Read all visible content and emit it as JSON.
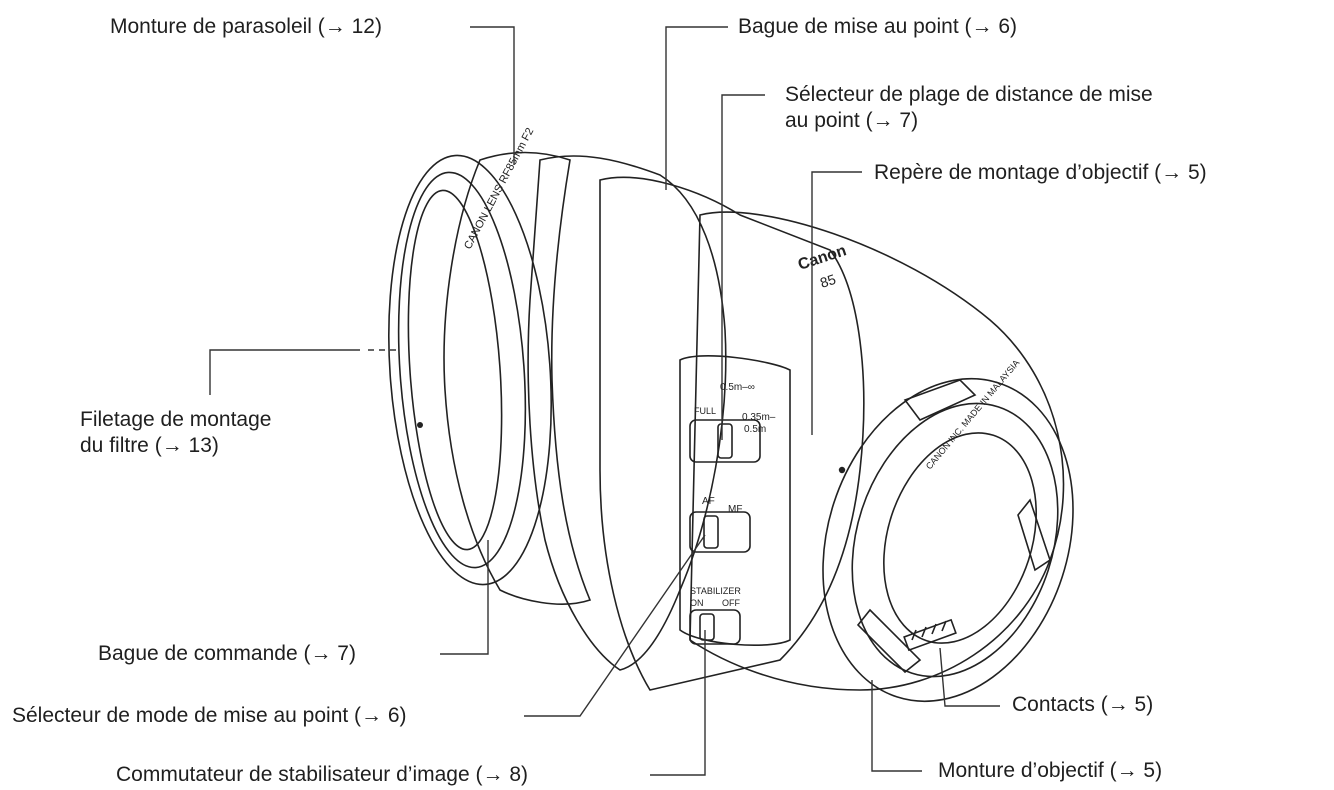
{
  "labels": {
    "hood_mount": "Monture de parasoleil (→ 12)",
    "focus_ring": "Bague de mise au point (→ 6)",
    "focus_range_selector_line1": "Sélecteur de plage de distance de mise",
    "focus_range_selector_line2": "au point (→ 7)",
    "mount_index": "Repère de montage d’objectif (→ 5)",
    "filter_thread_line1": "Filetage de montage",
    "filter_thread_line2": "du filtre (→ 13)",
    "control_ring": "Bague de commande (→ 7)",
    "focus_mode_selector": "Sélecteur de mode de mise au point (→ 6)",
    "stabilizer_switch": "Commutateur de stabilisateur d’image (→ 8)",
    "contacts": "Contacts (→ 5)",
    "lens_mount": "Monture d’objectif (→ 5)"
  },
  "lens_print": {
    "brand": "Canon",
    "focal": "85",
    "front_ring": "CANON LENS RF85mm F2",
    "mount_ring_text": "CANON INC. MADE IN MALAYSIA",
    "range_all": "0.5m–∞",
    "range_mid": "0.35m–",
    "range_close": "0.5m",
    "range_full_short": "FULL",
    "af": "AF",
    "mf": "MF",
    "stabilizer": "STABILIZER",
    "on": "ON",
    "off": "OFF"
  }
}
